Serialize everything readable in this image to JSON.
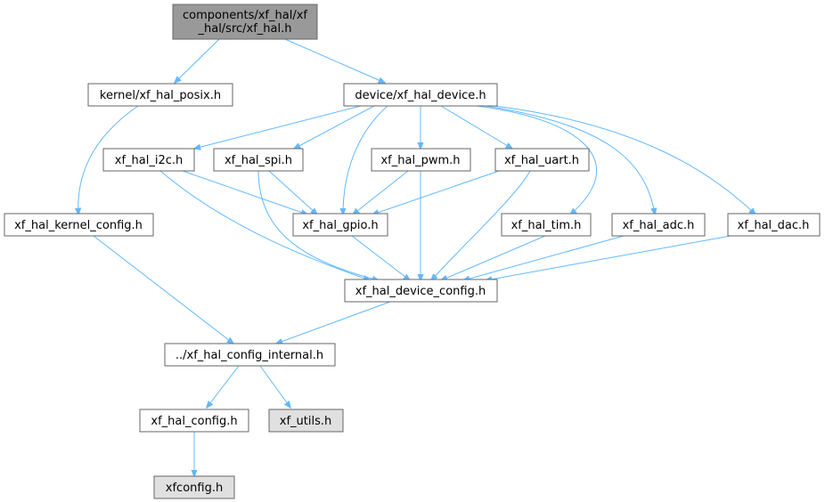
{
  "colors": {
    "root_fill": "#999999",
    "node_fill": "#ffffff",
    "external_fill": "#e0e0e0",
    "border": "#666666",
    "edge": "#63b8ff"
  },
  "nodes": {
    "root": {
      "lines": [
        "components/xf_hal/xf",
        "_hal/src/xf_hal.h"
      ],
      "kind": "root"
    },
    "posix": {
      "lines": [
        "kernel/xf_hal_posix.h"
      ],
      "kind": "file"
    },
    "device": {
      "lines": [
        "device/xf_hal_device.h"
      ],
      "kind": "file"
    },
    "i2c": {
      "lines": [
        "xf_hal_i2c.h"
      ],
      "kind": "file"
    },
    "spi": {
      "lines": [
        "xf_hal_spi.h"
      ],
      "kind": "file"
    },
    "pwm": {
      "lines": [
        "xf_hal_pwm.h"
      ],
      "kind": "file"
    },
    "uart": {
      "lines": [
        "xf_hal_uart.h"
      ],
      "kind": "file"
    },
    "kconfig": {
      "lines": [
        "xf_hal_kernel_config.h"
      ],
      "kind": "file"
    },
    "gpio": {
      "lines": [
        "xf_hal_gpio.h"
      ],
      "kind": "file"
    },
    "tim": {
      "lines": [
        "xf_hal_tim.h"
      ],
      "kind": "file"
    },
    "adc": {
      "lines": [
        "xf_hal_adc.h"
      ],
      "kind": "file"
    },
    "dac": {
      "lines": [
        "xf_hal_dac.h"
      ],
      "kind": "file"
    },
    "devconfig": {
      "lines": [
        "xf_hal_device_config.h"
      ],
      "kind": "file"
    },
    "cfginternal": {
      "lines": [
        "../xf_hal_config_internal.h"
      ],
      "kind": "file"
    },
    "halconfig": {
      "lines": [
        "xf_hal_config.h"
      ],
      "kind": "file"
    },
    "utils": {
      "lines": [
        "xf_utils.h"
      ],
      "kind": "external"
    },
    "xfconfig": {
      "lines": [
        "xfconfig.h"
      ],
      "kind": "external"
    }
  }
}
